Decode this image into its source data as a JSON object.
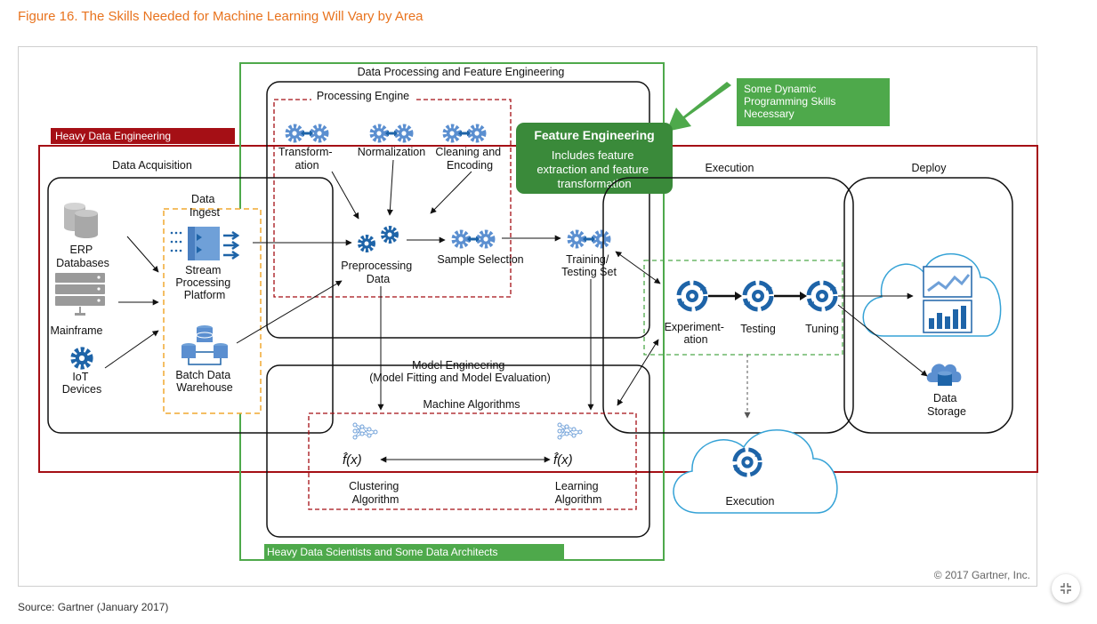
{
  "figure_title": "Figure 16. The Skills Needed for Machine Learning Will Vary by Area",
  "source": "Source: Gartner (January 2017)",
  "copyright": "© 2017 Gartner, Inc.",
  "labels": {
    "heavy_data_engineering": "Heavy Data Engineering",
    "data_processing": "Data Processing and Feature Engineering",
    "processing_engine": "Processing Engine",
    "dynamic_skills": [
      "Some Dynamic",
      "Programming Skills",
      "Necessary"
    ],
    "feature_engineering_title": "Feature Engineering",
    "feature_engineering_desc": [
      "Includes feature",
      "extraction and feature",
      "transformation"
    ],
    "data_acquisition": "Data Acquisition",
    "data_ingest": [
      "Data",
      "Ingest"
    ],
    "erp": [
      "ERP",
      "Databases"
    ],
    "mainframe": "Mainframe",
    "iot": [
      "IoT",
      "Devices"
    ],
    "stream": [
      "Stream",
      "Processing",
      "Platform"
    ],
    "batch": [
      "Batch Data",
      "Warehouse"
    ],
    "transformation": [
      "Transform-",
      "ation"
    ],
    "normalization": "Normalization",
    "cleaning": [
      "Cleaning and",
      "Encoding"
    ],
    "preprocessing": [
      "Preprocessing",
      "Data"
    ],
    "sample_selection": "Sample Selection",
    "training": [
      "Training/",
      "Testing Set"
    ],
    "execution_header": "Execution",
    "deploy": "Deploy",
    "experimentation": [
      "Experiment-",
      "ation"
    ],
    "testing": "Testing",
    "tuning": "Tuning",
    "data_storage": [
      "Data",
      "Storage"
    ],
    "model_engineering": [
      "Model Engineering",
      "(Model Fitting and Model Evaluation)"
    ],
    "machine_algorithms": "Machine Algorithms",
    "clustering": [
      "Clustering",
      "Algorithm"
    ],
    "learning": [
      "Learning",
      "Algorithm"
    ],
    "fx": "f̂(x)",
    "execution_cloud": "Execution",
    "heavy_data_scientists": "Heavy Data Scientists and Some Data Architects"
  },
  "colors": {
    "title_orange": "#e8731e",
    "dark_red": "#a50f15",
    "green": "#4ea94b",
    "dark_green": "#3a8a3a",
    "orange_dash": "#f0a830",
    "gear_blue": "#5b8fd0",
    "dark_blue": "#1e64a8",
    "cloud_blue": "#35a2d6"
  }
}
